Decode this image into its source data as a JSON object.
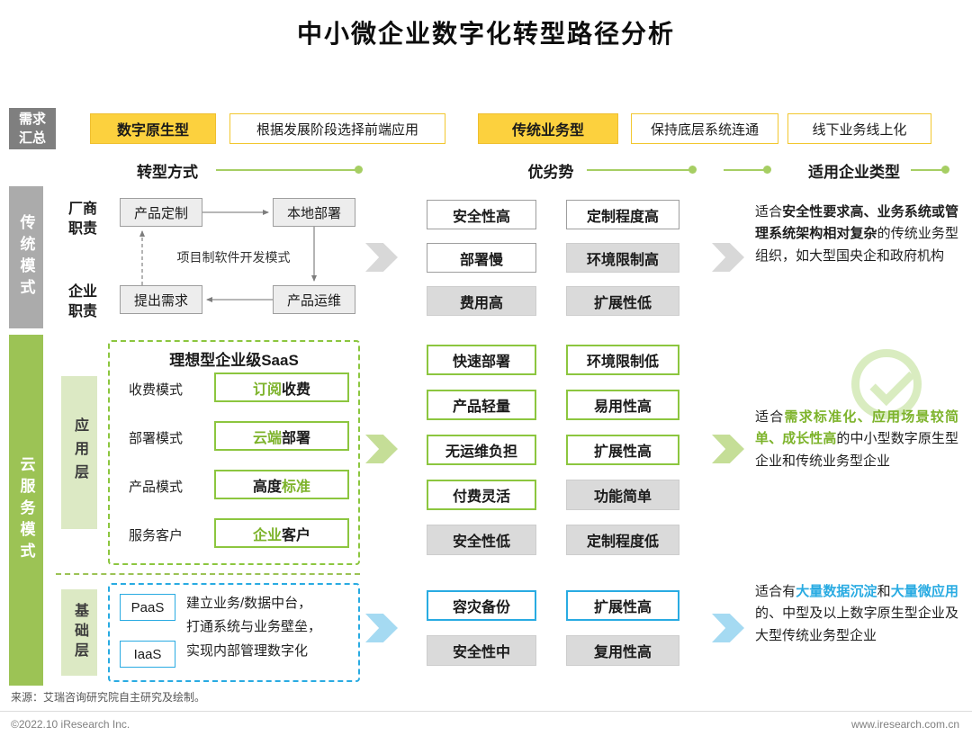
{
  "title": "中小微企业数字化转型路径分析",
  "demand": {
    "label": "需求汇总",
    "items": [
      "数字原生型",
      "根据发展阶段选择前端应用",
      "传统业务型",
      "保持底层系统连通",
      "线下业务线上化"
    ]
  },
  "headers": {
    "transform": "转型方式",
    "proscons": "优劣势",
    "suitable": "适用企业类型"
  },
  "traditional": {
    "band": "传统模式",
    "vendor_role": "厂商职责",
    "enterprise_role": "企业职责",
    "node_custom": "产品定制",
    "node_deploy": "本地部署",
    "node_demand": "提出需求",
    "node_ops": "产品运维",
    "loop_label": "项目制软件开发模式",
    "traits_col1": [
      "安全性高",
      "部署慢",
      "费用高"
    ],
    "traits_col2": [
      "定制程度高",
      "环境限制高",
      "扩展性低"
    ],
    "summary": {
      "pre": "适合",
      "hl": "安全性要求高、业务系统或管理系统架构相对复杂",
      "post": "的传统业务型组织，如大型国央企和政府机构"
    }
  },
  "cloud": {
    "band": "云服务模式",
    "app_label": "应用层",
    "saas_title": "理想型企业级SaaS",
    "saas_rows": [
      {
        "label": "收费模式",
        "pre": "",
        "hl": "订阅",
        "post": "收费"
      },
      {
        "label": "部署模式",
        "pre": "",
        "hl": "云端",
        "post": "部署"
      },
      {
        "label": "产品模式",
        "pre": "高度",
        "hl": "标准",
        "post": ""
      },
      {
        "label": "服务客户",
        "pre": "",
        "hl": "企业",
        "post": "客户"
      }
    ],
    "traits_col1": [
      "快速部署",
      "产品轻量",
      "无运维负担",
      "付费灵活",
      "安全性低"
    ],
    "traits_col2": [
      "环境限制低",
      "易用性高",
      "扩展性高",
      "功能简单",
      "定制程度低"
    ],
    "summary": {
      "pre": "适合",
      "hl": "需求标准化、应用场景较简单、成长性高",
      "post": "的中小型数字原生型企业和传统业务型企业"
    }
  },
  "infra": {
    "label": "基础层",
    "paas": "PaaS",
    "iaas": "IaaS",
    "desc_lines": [
      "建立业务/数据中台，",
      "打通系统与业务壁垒，",
      "实现内部管理数字化"
    ],
    "traits_col1": [
      "容灾备份",
      "安全性中"
    ],
    "traits_col2": [
      "扩展性高",
      "复用性高"
    ],
    "summary": {
      "pre": "适合有",
      "hl1": "大量数据沉淀",
      "mid": "和",
      "hl2": "大量微应用",
      "post": "的、中型及以上数字原生型企业及大型传统业务型企业"
    }
  },
  "footer": {
    "source": "来源：艾瑞咨询研究院自主研究及绘制。",
    "copyright": "©2022.10 iResearch Inc.",
    "site": "www.iresearch.com.cn"
  },
  "colors": {
    "yellow": "#FCD13E",
    "green": "#8CC63F",
    "blue": "#29ABE2",
    "gray_box": "#DADADA",
    "band_gray": "#ABABAB",
    "band_green": "#9CC355"
  }
}
